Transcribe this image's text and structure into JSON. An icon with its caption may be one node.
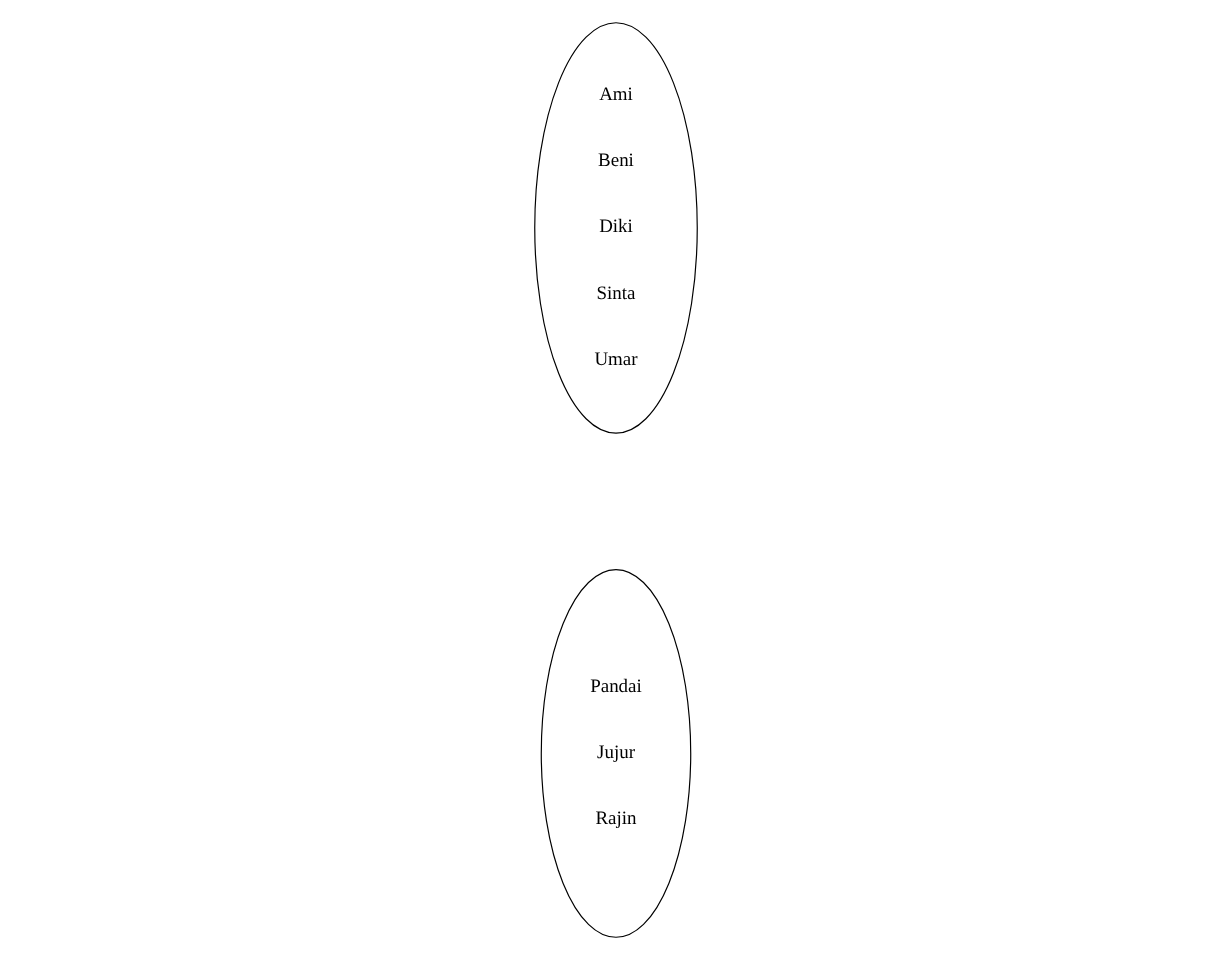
{
  "diagram": {
    "nodes": [
      {
        "text": [
          "Ami",
          "Beni",
          "Diki",
          "Sinta",
          "Umar"
        ]
      },
      {
        "text": [
          "Pandai",
          "Jujur",
          "Rajin"
        ]
      }
    ],
    "edges": []
  }
}
